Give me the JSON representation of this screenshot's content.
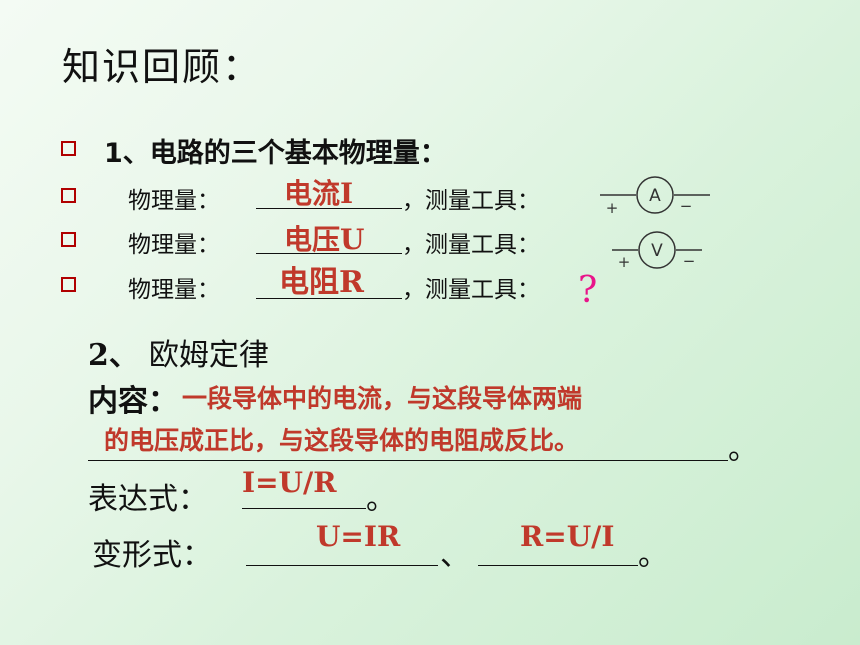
{
  "title": "知识回顾：",
  "section1": {
    "heading": "1、电路的三个基本物理量：",
    "rows": [
      {
        "label": "物理量：",
        "answer": "电流I",
        "suffix": "，测量工具：",
        "meter": "A"
      },
      {
        "label": "物理量：",
        "answer": "电压U",
        "suffix": "，测量工具：",
        "meter": "V"
      },
      {
        "label": "物理量：",
        "answer": "电阻R",
        "suffix": "，测量工具：",
        "meter": "?"
      }
    ],
    "plus": "+",
    "minus": "−"
  },
  "section2": {
    "num": "2、",
    "heading": "欧姆定律",
    "content_label": "内容：",
    "content_line1": "一段导体中的电流，与这段导体两端",
    "content_line2": "的电压成正比，与这段导体的电阻成反比。",
    "period": "。",
    "expr_label": "表达式：",
    "expr_answer": "I=U/R",
    "variant_label": "变形式：",
    "variant_answer1": "U=IR",
    "variant_sep": "、",
    "variant_answer2": "R=U/I"
  },
  "colors": {
    "answer": "#c0392b",
    "bullet": "#b00000",
    "question": "#e8158a"
  }
}
